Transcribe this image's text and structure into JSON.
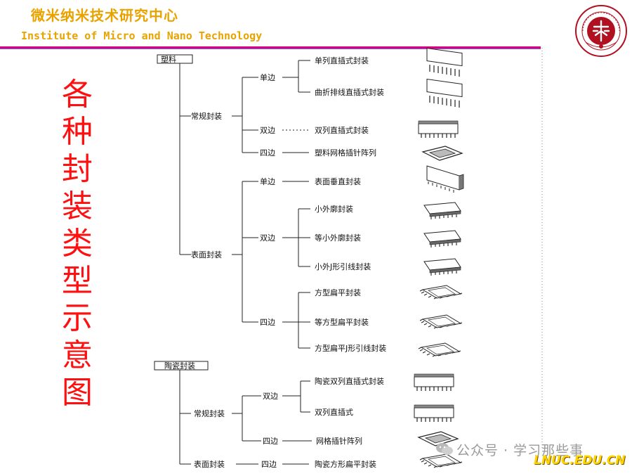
{
  "header": {
    "title_cn": "微米纳米技术研究中心",
    "title_en": "Institute of Micro and Nano Technology"
  },
  "vertical_title": [
    "各",
    "种",
    "封",
    "装",
    "类",
    "型",
    "示",
    "意",
    "图"
  ],
  "tree": {
    "plastic": {
      "label": "塑料",
      "regular": {
        "label": "常规封装",
        "single_side": {
          "label": "单边",
          "items": [
            "单列直插式封装",
            "曲折排线直插式封装"
          ]
        },
        "double_side": {
          "label": "双边",
          "item": "双列直插式封装"
        },
        "quad_side": {
          "label": "四边",
          "item": "塑料网格插针阵列"
        }
      },
      "surface": {
        "label": "表面封装",
        "single_side": {
          "label": "单边",
          "item": "表面垂直封装"
        },
        "double_side": {
          "label": "双边",
          "items": [
            "小外廓封装",
            "等小外廓封装",
            "小外J形引线封装"
          ]
        },
        "quad_side": {
          "label": "四边",
          "items": [
            "方型扁平封装",
            "等方型扁平封装",
            "方型扁平J形引线封装"
          ]
        }
      }
    },
    "ceramic": {
      "label": "陶瓷封装",
      "regular": {
        "label": "常规封装",
        "double_side": {
          "label": "双边",
          "items": [
            "陶瓷双列直插式封装",
            "双列直插式"
          ]
        },
        "quad_side": {
          "label": "四边",
          "item": "网格插针阵列"
        }
      },
      "surface": {
        "label": "表面封装",
        "quad_side": {
          "label": "四边",
          "item": "陶瓷方形扁平封装"
        }
      }
    }
  },
  "watermark": {
    "text": "公众号 · 学习那些事",
    "site": "LNUC.EDU.CN"
  },
  "colors": {
    "header": "#e8a300",
    "rule": "#e0007a",
    "title": "#ff1010",
    "logo": "#b01020"
  }
}
